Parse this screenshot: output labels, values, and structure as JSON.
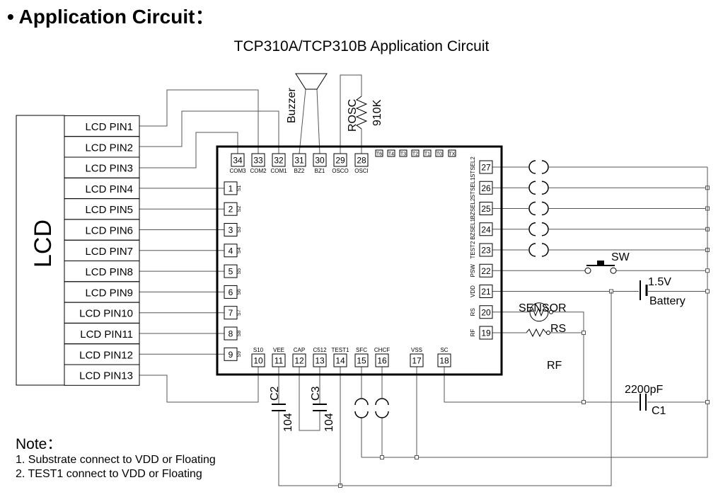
{
  "heading": "• Application Circuit：",
  "subtitle": "TCP310A/TCP310B Application Circuit",
  "lcd": {
    "label": "LCD",
    "pins": [
      "LCD PIN1",
      "LCD PIN2",
      "LCD PIN3",
      "LCD PIN4",
      "LCD PIN5",
      "LCD PIN6",
      "LCD PIN7",
      "LCD PIN8",
      "LCD PIN9",
      "LCD PIN10",
      "LCD PIN11",
      "LCD PIN12",
      "LCD PIN13"
    ]
  },
  "chip": {
    "top_pins": [
      {
        "num": "34",
        "label": "COM3"
      },
      {
        "num": "33",
        "label": "COM2"
      },
      {
        "num": "32",
        "label": "COM1"
      },
      {
        "num": "31",
        "label": "BZ2"
      },
      {
        "num": "30",
        "label": "BZ1"
      },
      {
        "num": "29",
        "label": "OSCO"
      },
      {
        "num": "28",
        "label": "OSCI"
      }
    ],
    "test_pads": [
      "T6",
      "T4",
      "T3",
      "T2",
      "T1",
      "T0",
      "TX"
    ],
    "left_pins": [
      {
        "num": "1",
        "label": "S1"
      },
      {
        "num": "2",
        "label": "S2"
      },
      {
        "num": "3",
        "label": "S3"
      },
      {
        "num": "4",
        "label": "S4"
      },
      {
        "num": "5",
        "label": "S5"
      },
      {
        "num": "6",
        "label": "S6"
      },
      {
        "num": "7",
        "label": "S7"
      },
      {
        "num": "8",
        "label": "S8"
      },
      {
        "num": "9",
        "label": "S9"
      }
    ],
    "bottom_pins": [
      {
        "num": "10",
        "label": "S10"
      },
      {
        "num": "11",
        "label": "VEE"
      },
      {
        "num": "12",
        "label": "CAP"
      },
      {
        "num": "13",
        "label": "C512"
      },
      {
        "num": "14",
        "label": "TEST1"
      },
      {
        "num": "15",
        "label": "SFC"
      },
      {
        "num": "16",
        "label": "CHCF"
      },
      {
        "num": "17",
        "label": "VSS"
      },
      {
        "num": "18",
        "label": "SC"
      }
    ],
    "right_pins": [
      {
        "num": "27",
        "label": "STSEL2"
      },
      {
        "num": "26",
        "label": "STSEL1"
      },
      {
        "num": "25",
        "label": "BZSEL2"
      },
      {
        "num": "24",
        "label": "BZSEL1"
      },
      {
        "num": "23",
        "label": "TEST2"
      },
      {
        "num": "22",
        "label": "PSW"
      },
      {
        "num": "21",
        "label": "VDD"
      },
      {
        "num": "20",
        "label": "RS"
      },
      {
        "num": "19",
        "label": "RF"
      }
    ]
  },
  "components": {
    "buzzer": "Buzzer",
    "rosc": "ROSC",
    "rosc_value": "910K",
    "switch": "SW",
    "battery_voltage": "1.5V",
    "battery": "Battery",
    "sensor": "SENSOR",
    "rs": "RS",
    "rf": "RF",
    "c1_value": "2200pF",
    "c1": "C1",
    "c2": "C2",
    "c3": "C3",
    "c2_value": "104",
    "c3_value": "104"
  },
  "note": {
    "title": "Note：",
    "lines": [
      "1. Substrate connect to VDD or Floating",
      "2. TEST1 connect to VDD or Floating"
    ]
  }
}
